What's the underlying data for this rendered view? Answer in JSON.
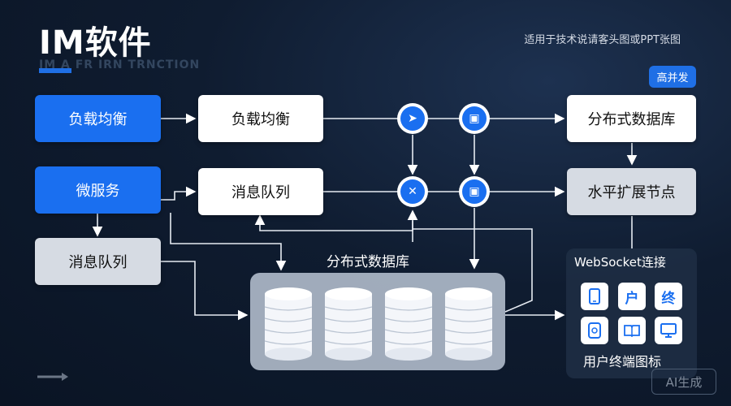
{
  "header": {
    "title": "IM软件",
    "subtitle": "IM A FR IRN TRNCTION",
    "note": "适用于技术说请客头图或PPT张图",
    "badge": "高并发"
  },
  "left": {
    "lb": "负载均衡",
    "ms": "微服务",
    "mq": "消息队列"
  },
  "middle": {
    "lb": "负载均衡",
    "mq": "消息队列"
  },
  "right": {
    "db": "分布式数据库",
    "scale": "水平扩展节点"
  },
  "db_cluster": {
    "label": "分布式数据库"
  },
  "websocket": {
    "title": "WebSocket连接",
    "tiles": [
      "户",
      "终"
    ],
    "caption": "用户终端图标"
  },
  "watermark": "AI生成",
  "colors": {
    "accent": "#1a6ff0",
    "background": "#0f1c30"
  },
  "icons": [
    "send-icon",
    "briefcase-icon",
    "shuffle-icon",
    "bag-icon",
    "phone-icon",
    "book-icon",
    "monitor-icon",
    "tablet-icon"
  ]
}
